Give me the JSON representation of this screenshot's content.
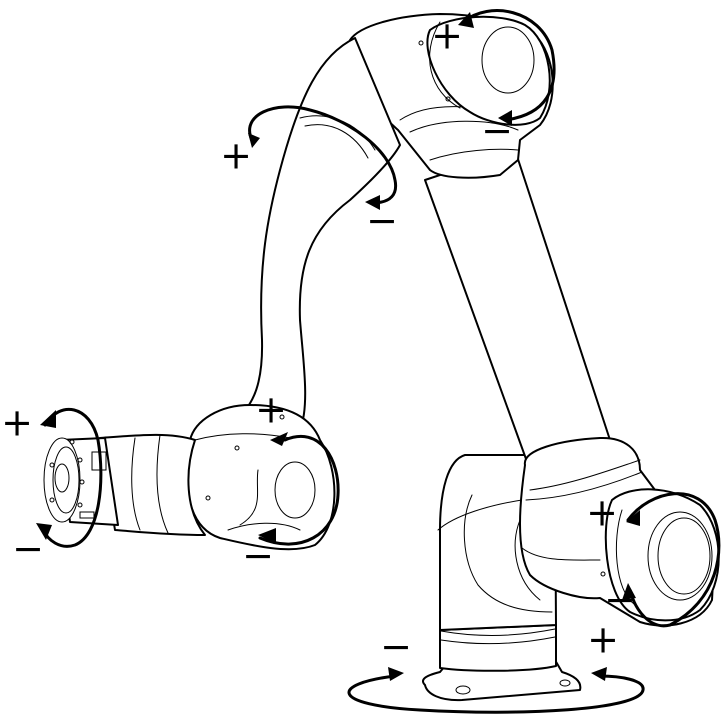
{
  "diagram": {
    "subject": "Six-axis collaborative robot arm joint rotation directions",
    "background_color": "#ffffff",
    "line_color": "#000000",
    "joints": [
      {
        "id": "J1",
        "location": "base",
        "positive_label": "+",
        "negative_label": "−"
      },
      {
        "id": "J2",
        "location": "shoulder",
        "positive_label": "+",
        "negative_label": "−"
      },
      {
        "id": "J3",
        "location": "elbow",
        "positive_label": "+",
        "negative_label": "−"
      },
      {
        "id": "J4",
        "location": "wrist-1 (upper bend)",
        "positive_label": "+",
        "negative_label": "−"
      },
      {
        "id": "J5",
        "location": "wrist-2",
        "positive_label": "+",
        "negative_label": "−"
      },
      {
        "id": "J6",
        "location": "tool flange",
        "positive_label": "+",
        "negative_label": "−"
      }
    ],
    "icons": {
      "rotation_arrow": "curved-arrow-icon",
      "positive_sign": "plus-sign",
      "negative_sign": "minus-sign"
    }
  }
}
